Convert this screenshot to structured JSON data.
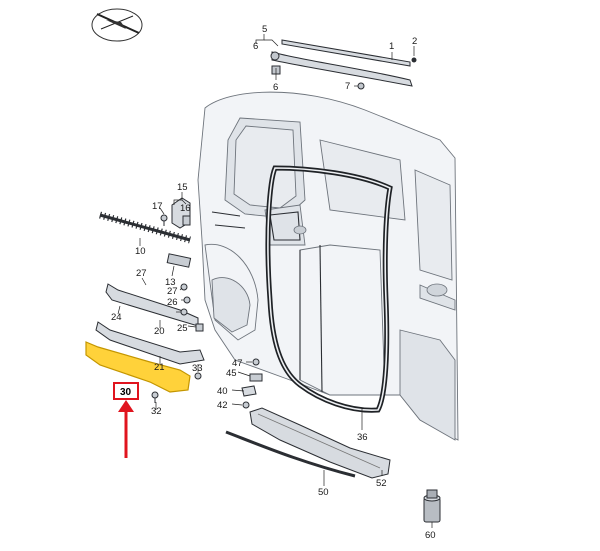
{
  "parts": {
    "p1": "1",
    "p2": "2",
    "p5": "5",
    "p6a": "6",
    "p6b": "6",
    "p7": "7",
    "p10": "10",
    "p13": "13",
    "p15": "15",
    "p16": "16",
    "p17": "17",
    "p20": "20",
    "p21": "21",
    "p24": "24",
    "p25": "25",
    "p26": "26",
    "p27a": "27",
    "p27b": "27",
    "p30": "30",
    "p32": "32",
    "p33": "33",
    "p36": "36",
    "p40": "40",
    "p42": "42",
    "p45": "45",
    "p47": "47",
    "p50": "50",
    "p52": "52",
    "p60": "60"
  },
  "colors": {
    "highlight_fill": "#ffd23a",
    "highlight_stroke": "#c49600",
    "marker_red": "#e0141e"
  },
  "icons": {
    "corner_logo": "pen-on-sheet-icon",
    "pointer": "red-arrow-icon"
  }
}
